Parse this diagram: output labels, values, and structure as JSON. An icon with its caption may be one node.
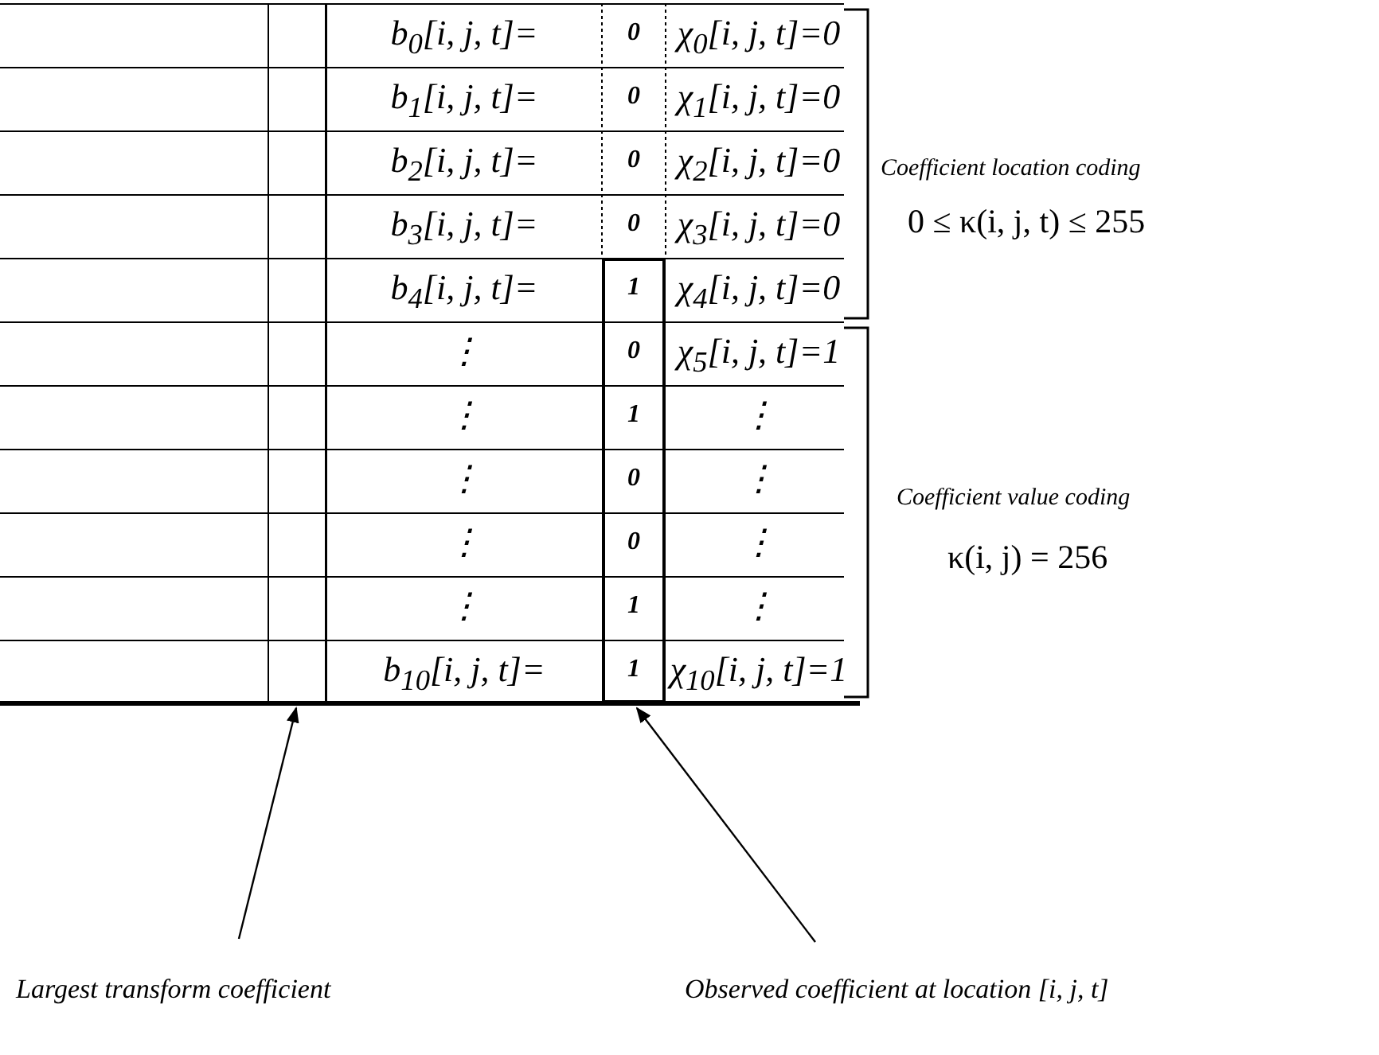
{
  "diagram": {
    "nodes": [
      {
        "text": [
          "Largest transform coefficient"
        ]
      },
      {
        "text": [],
        "shape": "bar"
      },
      {
        "text": [
          "Observed coefficient at location [i, j, t]"
        ]
      },
      {
        "text": [],
        "shape": "box"
      }
    ],
    "edges": [
      {
        "from": 0,
        "to": 1,
        "arrow": "to"
      },
      {
        "from": 2,
        "to": 3,
        "arrow": "to"
      }
    ],
    "labels": [
      "b$_{0}$[i, j, t]=",
      "0",
      "χ$_{0}$[i, j, t]=0",
      "b$_{1}$[i, j, t]=",
      "0",
      "χ$_{1}$[i, j, t]=0",
      "b$_{2}$[i, j, t]=",
      "0",
      "χ$_{2}$[i, j, t]=0",
      "b$_{3}$[i, j, t]=",
      "0",
      "χ$_{3}$[i, j, t]=0",
      "b$_{4}$[i, j, t]=",
      "1",
      "χ$_{4}$[i, j, t]=0",
      "⋮",
      "0",
      "χ$_{5}$[i, j, t]=1",
      "⋮",
      "1",
      "⋮",
      "⋮",
      "0",
      "⋮",
      "⋮",
      "0",
      "⋮",
      "⋮",
      "1",
      "⋮",
      "b$_{10}$[i, j, t]=",
      "1",
      "χ$_{10}$[i, j, t]=1",
      "Coefficient location coding",
      "0 ≤ κ(i, j, t) ≤ 255",
      "Coefficient value coding",
      "κ(i, j) = 256"
    ]
  }
}
